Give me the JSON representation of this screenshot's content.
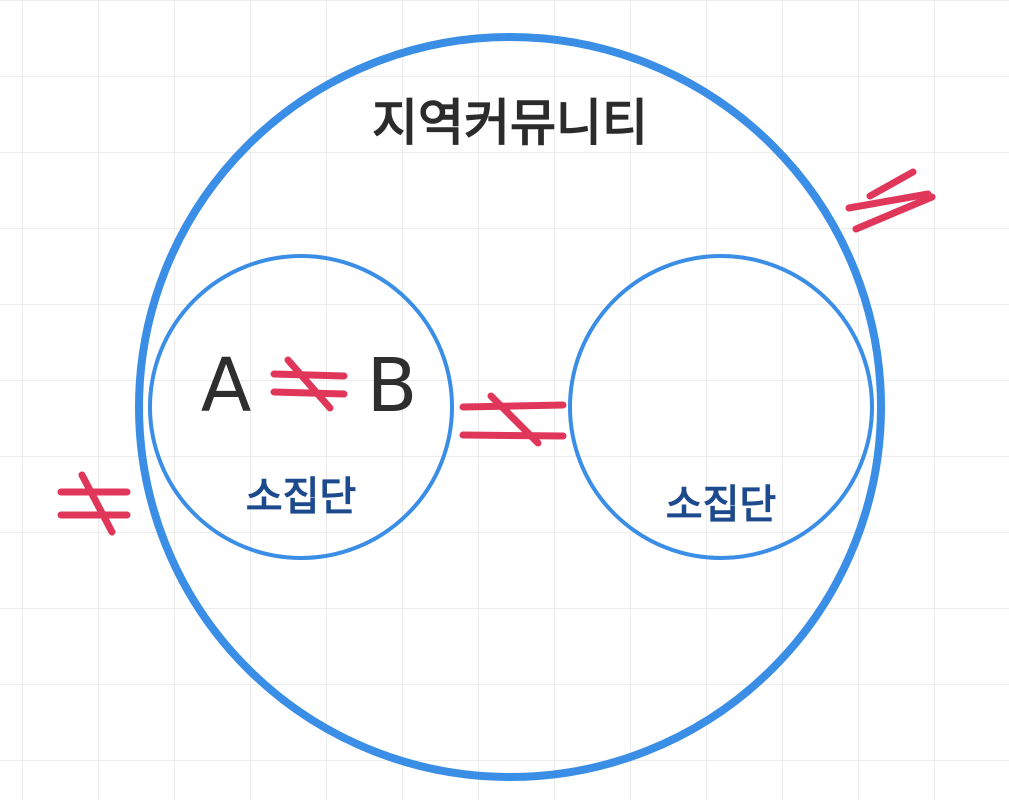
{
  "diagram": {
    "title": "지역커뮤니티",
    "left_group": {
      "label": "소집단",
      "member_a": "A",
      "member_b": "B"
    },
    "right_group": {
      "label": "소집단"
    },
    "not_equal_marks": [
      "≠",
      "≠",
      "≠",
      "≠"
    ],
    "colors": {
      "circle_stroke": "#3a8ee6",
      "mark": "#e0365a",
      "title_text": "#2b2b2b",
      "group_text": "#1c4a8c",
      "grid": "#ececec"
    }
  }
}
